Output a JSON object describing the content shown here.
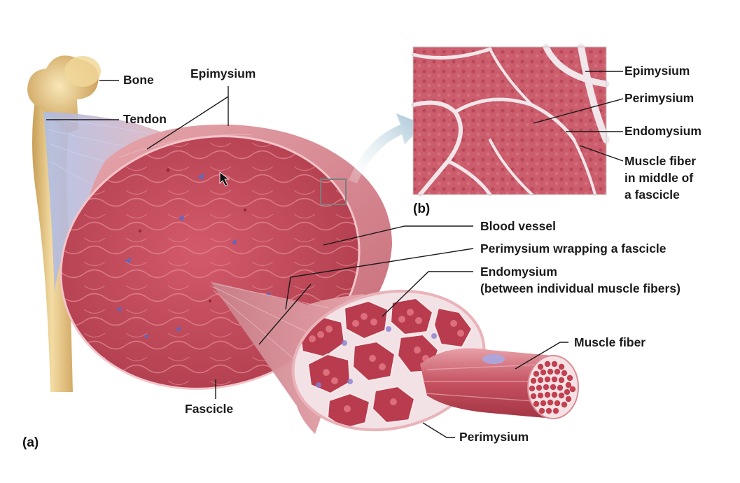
{
  "colors": {
    "muscle_dark": "#a8394a",
    "muscle": "#c9505f",
    "muscle_light": "#e07c87",
    "sheath": "#e8a9ae",
    "bone": "#e9cc8c",
    "bone_shade": "#c89e55",
    "tendon": "#b9c6e6",
    "arrow": "#bcd3df",
    "leader": "#1a1a1a",
    "histo_bg": "#c95a6a",
    "histo_septa": "#f1e6ea"
  },
  "panels": {
    "a_label": "(a)",
    "b_label": "(b)"
  },
  "labels": {
    "bone": "Bone",
    "tendon": "Tendon",
    "epimysium_a": "Epimysium",
    "fascicle": "Fascicle",
    "blood_vessel": "Blood vessel",
    "perimysium_wrapping": "Perimysium wrapping a fascicle",
    "endomysium_a_line1": "Endomysium",
    "endomysium_a_line2": "(between individual muscle fibers)",
    "muscle_fiber_a": "Muscle fiber",
    "perimysium_a": "Perimysium",
    "epimysium_b": "Epimysium",
    "perimysium_b": "Perimysium",
    "endomysium_b": "Endomysium",
    "muscle_fiber_b_line1": "Muscle fiber",
    "muscle_fiber_b_line2": "in middle of",
    "muscle_fiber_b_line3": "a fascicle"
  }
}
